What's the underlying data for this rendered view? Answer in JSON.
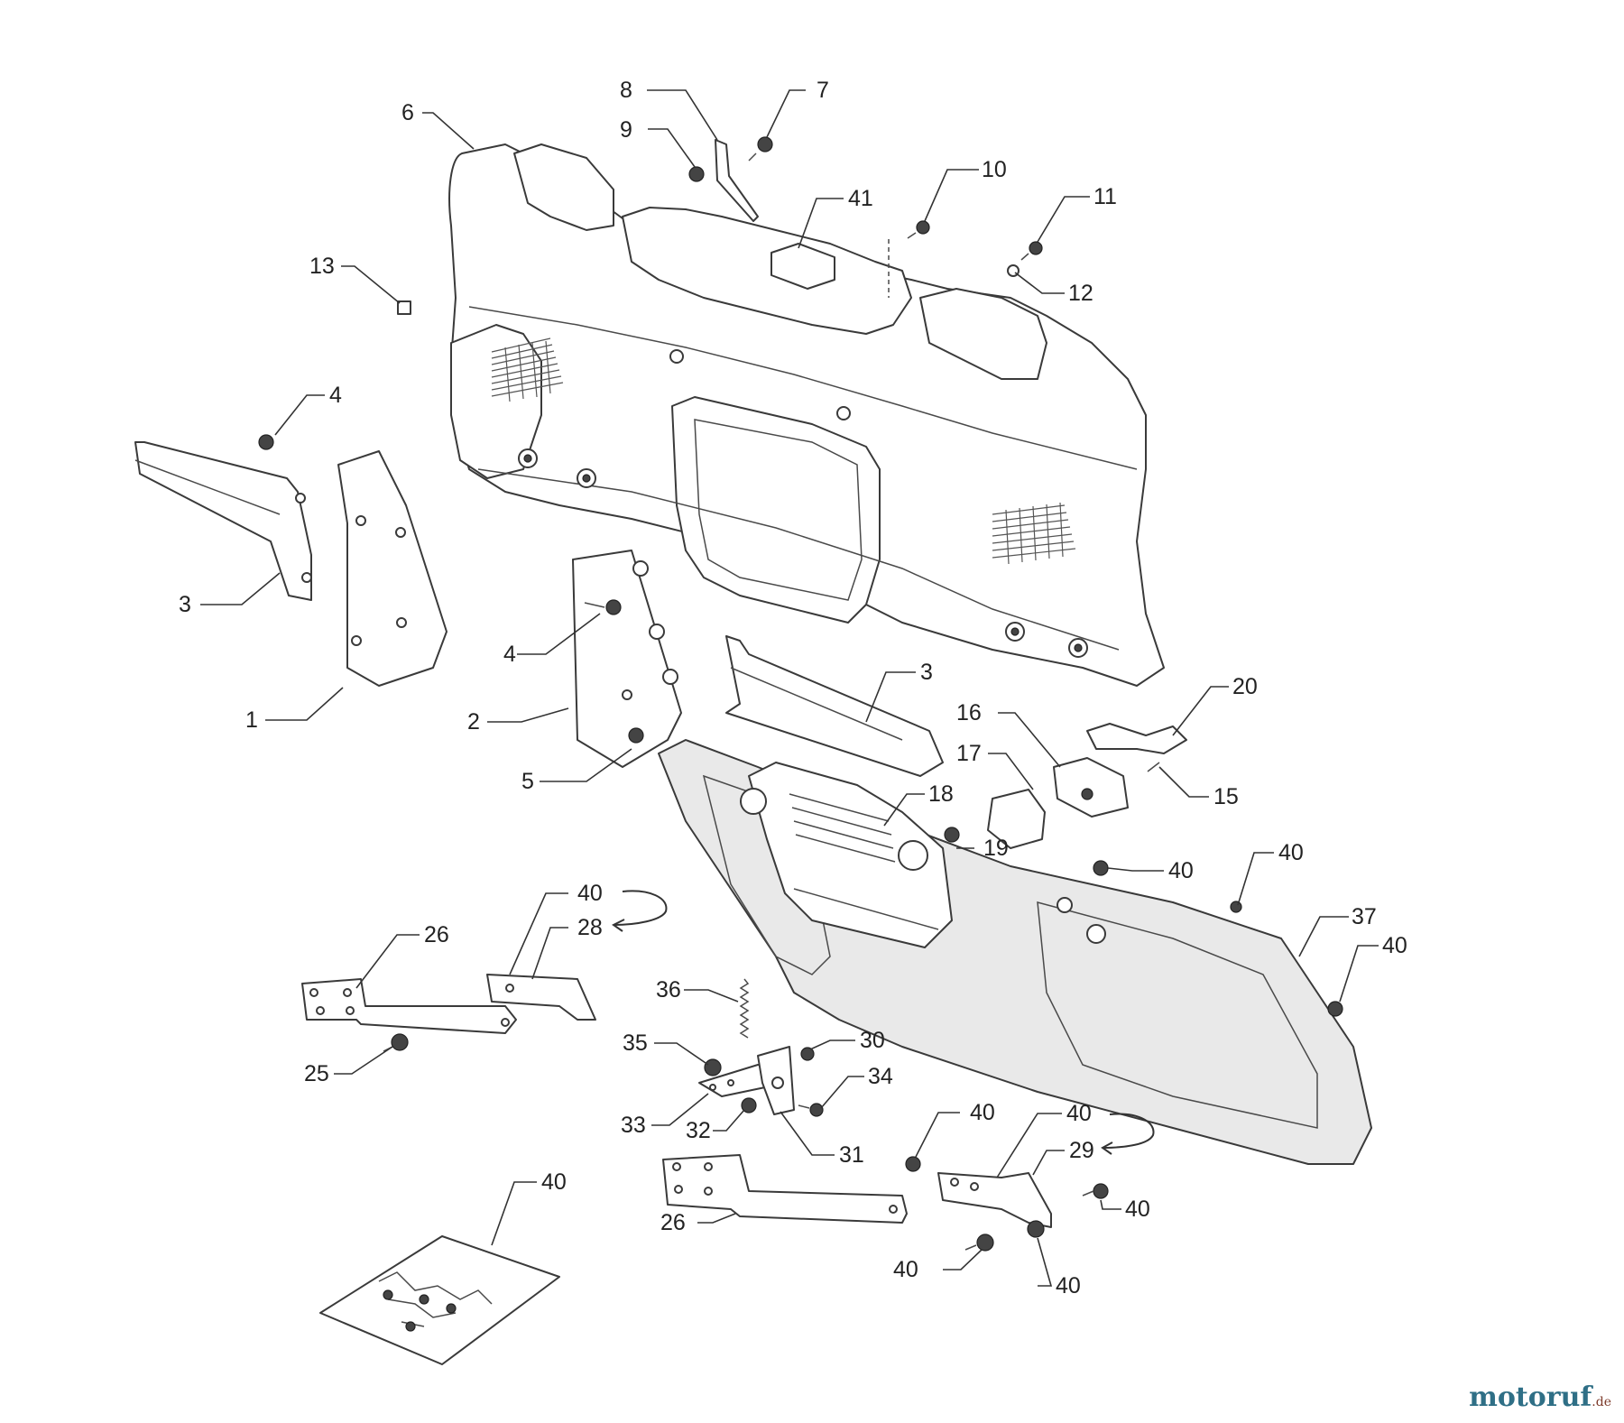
{
  "diagram": {
    "callouts": [
      "8",
      "7",
      "6",
      "9",
      "10",
      "41",
      "11",
      "12",
      "13",
      "4",
      "3",
      "1",
      "4",
      "2",
      "5",
      "3",
      "20",
      "16",
      "17",
      "15",
      "18",
      "19",
      "40",
      "40",
      "37",
      "40",
      "40",
      "28",
      "26",
      "36",
      "35",
      "30",
      "25",
      "34",
      "33",
      "32",
      "31",
      "40",
      "40",
      "29",
      "40",
      "26",
      "40",
      "40",
      "40"
    ]
  },
  "watermark": {
    "main": "motoruf",
    "suffix": ".de"
  },
  "colors": {
    "line": "#3a3a3a",
    "text": "#222222",
    "watermark_blue": "#2f6f86",
    "watermark_brown": "#7d3a2a"
  }
}
